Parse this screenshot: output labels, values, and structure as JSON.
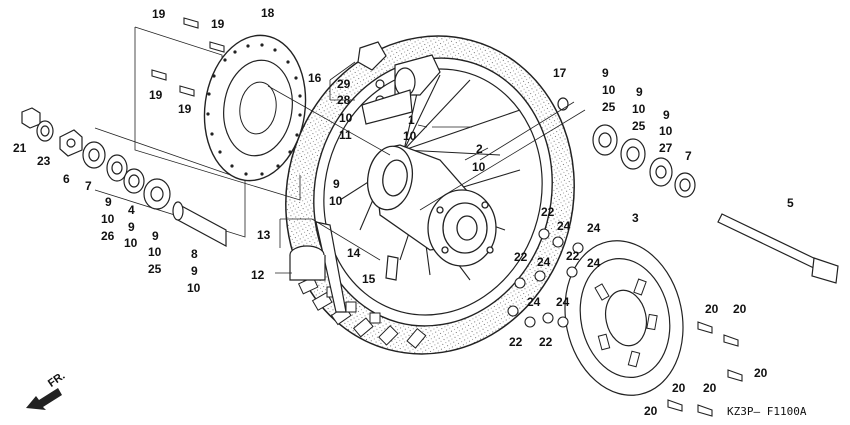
{
  "diagram_code": "KZ3P– F1100A",
  "direction_label": "FR.",
  "callouts": {
    "c19a": "19",
    "c19b": "19",
    "c19c": "19",
    "c19d": "19",
    "c18": "18",
    "c16": "16",
    "c29": "29",
    "c28": "28",
    "c10_11a": "10",
    "c11": "11",
    "c1": "1",
    "c10_1": "10",
    "c2": "2",
    "c10_2": "10",
    "c17": "17",
    "c9_r1": "9",
    "c10_r1": "10",
    "c25_r1": "25",
    "c9_r2": "9",
    "c10_r2": "10",
    "c25_r2": "25",
    "c9_r3": "9",
    "c10_r3": "10",
    "c27": "27",
    "c7_r": "7",
    "c21": "21",
    "c23": "23",
    "c6": "6",
    "c7_l": "7",
    "c9_l1": "9",
    "c10_l1": "10",
    "c26": "26",
    "c4": "4",
    "c9_l2": "9",
    "c10_l2": "10",
    "c9_l3": "9",
    "c10_l3": "10",
    "c25_l": "25",
    "c8": "8",
    "c9_l4": "9",
    "c10_l4": "10",
    "c9_hub": "9",
    "c10_hub": "10",
    "c13": "13",
    "c14": "14",
    "c12": "12",
    "c15": "15",
    "c3": "3",
    "c5": "5",
    "c22a": "22",
    "c24a": "24",
    "c24b": "24",
    "c22b": "22",
    "c24c": "24",
    "c22c": "22",
    "c24d": "24",
    "c24e": "24",
    "c24f": "24",
    "c22d": "22",
    "c22e": "22",
    "c20a": "20",
    "c20b": "20",
    "c20c": "20",
    "c20d": "20",
    "c20e": "20",
    "c20f": "20"
  }
}
